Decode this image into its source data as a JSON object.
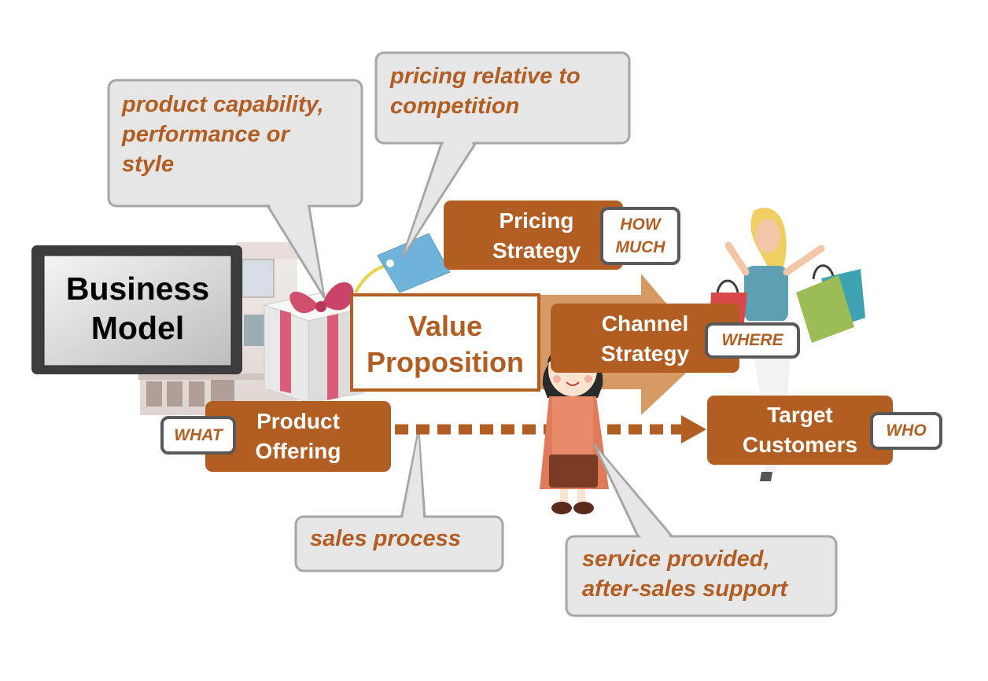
{
  "colors": {
    "accent": "#b25e22",
    "callout_fill": "#e6e6e6",
    "callout_border": "#a6a6a6",
    "arrow_fill": "#d79a65"
  },
  "business_model": {
    "line1": "Business",
    "line2": "Model"
  },
  "value_proposition": {
    "line1": "Value",
    "line2": "Proposition"
  },
  "pricing_strategy": {
    "line1": "Pricing",
    "line2": "Strategy",
    "tag_line1": "HOW",
    "tag_line2": "MUCH"
  },
  "channel_strategy": {
    "line1": "Channel",
    "line2": "Strategy",
    "tag": "WHERE"
  },
  "product_offering": {
    "line1": "Product",
    "line2": "Offering",
    "tag": "WHAT"
  },
  "target_customers": {
    "line1": "Target",
    "line2": "Customers",
    "tag": "WHO"
  },
  "callouts": {
    "product_capability": {
      "line1": "product capability,",
      "line2": "performance or",
      "line3": "style"
    },
    "pricing_relative": {
      "line1": "pricing relative to",
      "line2": "competition"
    },
    "sales_process": {
      "line1": "sales process"
    },
    "service_provided": {
      "line1": "service provided,",
      "line2": "after-sales support"
    }
  },
  "icons": [
    "building-icon",
    "gift-box-icon",
    "price-tag-icon",
    "shopper-woman-icon",
    "shopping-bags-icon",
    "salesperson-icon",
    "tablet-icon"
  ]
}
